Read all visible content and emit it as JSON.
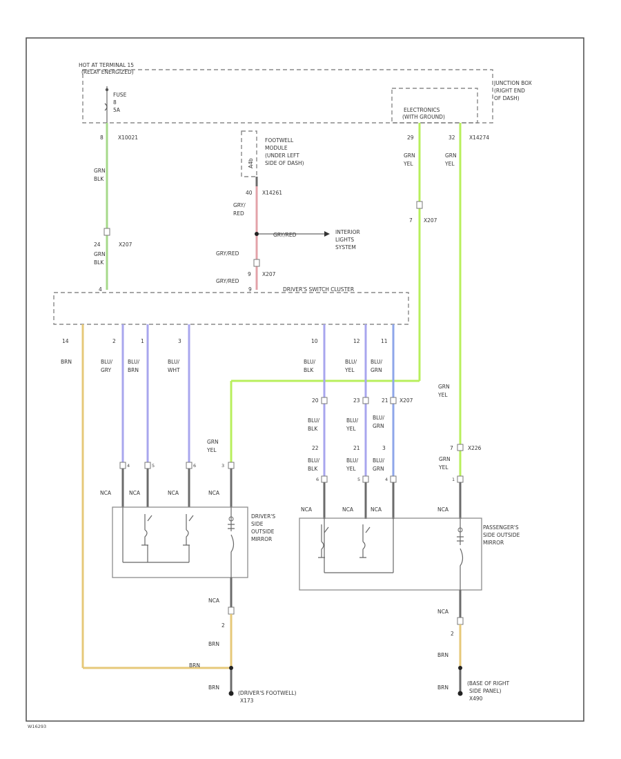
{
  "colors": {
    "grn_blk": "#a6d98a",
    "grn_yel": "#b8ef5c",
    "gry_red": "#e3a2a8",
    "blu_wire": "#a8a6ee",
    "blu_grn": "#8ea6e9",
    "brn": "#e6c879",
    "grey": "#6b6b6b"
  },
  "power": {
    "hot_label_1": "HOT AT TERMINAL 15",
    "hot_label_2": "(RELAY ENERGIZED)",
    "fuse_label": "FUSE",
    "fuse_num": "8",
    "fuse_amp": "5A"
  },
  "junction_box": {
    "label_1": "JUNCTION BOX",
    "label_2": "(RIGHT END",
    "label_3": "OF DASH)"
  },
  "electronics": {
    "label_1": "ELECTRONICS",
    "label_2": "(WITH GROUND)"
  },
  "footwell": {
    "label_1": "FOOTWELL",
    "label_2": "MODULE",
    "label_3": "(UNDER LEFT",
    "label_4": "SIDE OF DASH)",
    "pin_text": "A4b",
    "connector_pin": "40",
    "connector": "X14261"
  },
  "wires": {
    "left_pin": "8",
    "left_connector": "X10021",
    "grn": "GRN",
    "blk": "BLK",
    "s207_pin": "24",
    "s207": "X207",
    "gry_red_1": "GRY/",
    "gry_red_2": "RED",
    "gry_red": "GRY/RED",
    "splice_pin": "9",
    "right_pin_a": "29",
    "right_pin_b": "32",
    "right_connector": "X14274",
    "yel": "YEL",
    "x207_pin": "7",
    "x207": "X207",
    "blu": "BLU/",
    "gry": "GRY",
    "brn": "BRN",
    "wht": "WHT",
    "brn_solo": "BRN",
    "x226": "X226",
    "nca": "NCA"
  },
  "interior_lights": {
    "label_1": "INTERIOR",
    "label_2": "LIGHTS",
    "label_3": "SYSTEM"
  },
  "cluster": {
    "label": "DRIVER'S SWITCH CLUSTER",
    "pins_left": [
      "14",
      "2",
      "1",
      "3"
    ],
    "pins_right": [
      "10",
      "12",
      "11"
    ],
    "pin_top_left": "4",
    "pin_top_mid": "9"
  },
  "mirror_pins": {
    "row_a": [
      "20",
      "23",
      "21"
    ],
    "row_b": [
      "22",
      "21",
      "3"
    ],
    "left_pins": [
      "4",
      "5",
      "6",
      "3"
    ],
    "ground_pin": "2",
    "right_pins": [
      "6",
      "5",
      "4",
      "1"
    ]
  },
  "drivers_mirror": {
    "label_1": "DRIVER'S",
    "label_2": "SIDE",
    "label_3": "OUTSIDE",
    "label_4": "MIRROR"
  },
  "passenger_mirror": {
    "label_1": "PASSENGER'S",
    "label_2": "SIDE OUTSIDE",
    "label_3": "MIRROR"
  },
  "grounds": {
    "left_1": "(DRIVER'S FOOTWELL)",
    "left_2": "X173",
    "right_1": "(BASE OF RIGHT",
    "right_2": "SIDE PANEL)",
    "right_3": "X490"
  },
  "footer": "W16293"
}
